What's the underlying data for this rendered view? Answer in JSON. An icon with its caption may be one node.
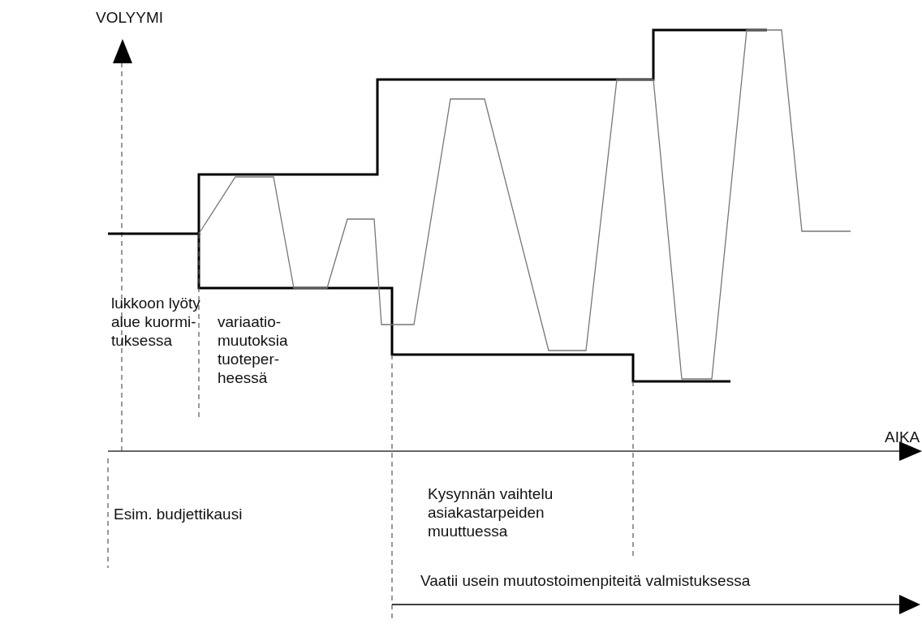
{
  "diagram": {
    "labels": [
      "VOLYYMI",
      "AIKA",
      "lukkoon lyöty alue kuormi- tuksessa",
      "variaatio- muutoksia tuoteper- heessä",
      "Esim. budjettikausi",
      "Kysynnän vaihtelu asiakastarpeiden muuttuessa",
      "Vaatii usein muutostoimenpiteitä valmistuksessa"
    ]
  }
}
